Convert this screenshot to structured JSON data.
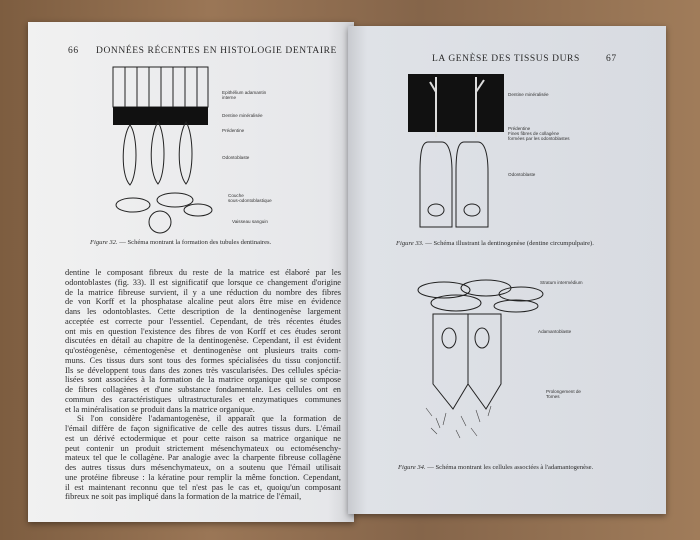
{
  "left_page": {
    "page_number": "66",
    "running_head": "DONNÉES RÉCENTES EN HISTOLOGIE DENTAIRE",
    "figure": {
      "labels": [
        "Epithélium adamantin",
        "interne",
        "Dentine minéralisée",
        "Prédentine",
        "Odontoblaste",
        "Couche",
        "sous-odontoblastique",
        "Vaisseau sanguin"
      ],
      "caption_number": "Figure 32.",
      "caption_text": "— Schéma montrant la formation des tubules dentinaires."
    },
    "lines": [
      "dentine le composant fibreux du reste de la matrice est élaboré par les",
      "odontoblastes (fig. 33). Il est significatif que lorsque ce changement d'origine",
      "de la matrice fibreuse survient, il y a une réduction du nombre des fibres",
      "de von Korff et la phosphatase alcaline peut alors être mise en évidence",
      "dans les odontoblastes. Cette description de la dentinogenèse largement",
      "acceptée est correcte pour l'essentiel. Cependant, de très récentes études",
      "ont mis en question l'existence des fibres de von Korff et ces études seront",
      "discutées en détail au chapitre de la dentinogenèse. Cependant, il est évident",
      "qu'ostéogenèse, cémentogenèse et dentinogenèse ont plusieurs traits com-",
      "muns. Ces tissus durs sont tous des formes spécialisées du tissu conjonctif.",
      "Ils se développent tous dans des zones très vascularisées. Des cellules spécia-",
      "lisées sont associées à la formation de la matrice organique qui se compose",
      "de fibres collagènes et d'une substance fondamentale. Les cellules ont en",
      "commun des caractéristiques ultrastructurales et enzymatiques communes",
      "et la minéralisation se produit dans la matrice organique.",
      "Si l'on considère l'adamantogenèse, il apparaît que la formation de",
      "l'émail diffère de façon significative de celle des autres tissus durs. L'émail",
      "est un dérivé ectodermique et pour cette raison sa matrice organique ne",
      "peut contenir un produit strictement mésenchymateux ou ectomésenchy-",
      "mateux tel que le collagène. Par analogie avec la charpente fibreuse collagène",
      "des autres tissus durs mésenchymateux, on a soutenu que l'émail utilisait",
      "une protéine fibreuse : la kératine pour remplir la même fonction. Cependant,",
      "il est maintenant reconnu que tel n'est pas le cas et, quoiqu'un composant",
      "fibreux ne soit pas impliqué dans la formation de la matrice de l'émail,"
    ]
  },
  "right_page": {
    "page_number": "67",
    "running_head": "LA GENÈSE DES TISSUS DURS",
    "figure_33": {
      "labels": [
        "Dentine minéralisée",
        "Prédentine",
        "Fines fibres de collagène",
        "formées par les odontoblastes",
        "Odontoblaste"
      ],
      "caption_number": "Figure 33.",
      "caption_text": "— Schéma illustrant la dentinogenèse (dentine circumpulpaire)."
    },
    "figure_34": {
      "labels": [
        "Stratum intermédium",
        "Adamantoblaste",
        "Prolongement de",
        "Tomes"
      ],
      "caption_number": "Figure 34.",
      "caption_text": "— Schéma montrant les cellules associées à l'adamantogenèse."
    }
  }
}
